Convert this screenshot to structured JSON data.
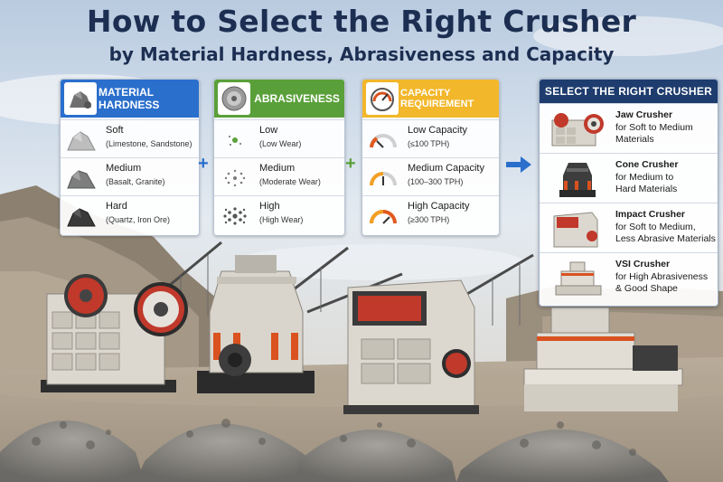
{
  "title": "How to Select the Right Crusher",
  "subtitle": "by Material Hardness, Abrasiveness and Capacity",
  "colors": {
    "hardness": "#2a6fcc",
    "abrasive": "#5aa03a",
    "capacity": "#f2b72a",
    "panel": "#1e3c6e",
    "arrow": "#2a6fcc"
  },
  "hardness": {
    "header": "MATERIAL HARDNESS",
    "header_icon": "rock-pile-icon",
    "items": [
      {
        "label": "Soft",
        "detail": "(Limestone, Sandstone)",
        "icon": "light-rock-icon"
      },
      {
        "label": "Medium",
        "detail": "(Basalt, Granite)",
        "icon": "grey-rock-icon"
      },
      {
        "label": "Hard",
        "detail": "(Quartz, Iron Ore)",
        "icon": "dark-rock-icon"
      }
    ]
  },
  "abrasiveness": {
    "header": "ABRASIVENESS",
    "header_icon": "grinding-disc-icon",
    "items": [
      {
        "label": "Low",
        "detail": "(Low Wear)",
        "icon": "few-particles-icon"
      },
      {
        "label": "Medium",
        "detail": "(Moderate Wear)",
        "icon": "some-particles-icon"
      },
      {
        "label": "High",
        "detail": "(High Wear)",
        "icon": "many-particles-icon"
      }
    ]
  },
  "capacity": {
    "header": "CAPACITY REQUIREMENT",
    "header_icon": "gauge-icon",
    "items": [
      {
        "label": "Low Capacity",
        "detail": "(≤100 TPH)",
        "icon": "gauge-low-icon"
      },
      {
        "label": "Medium Capacity",
        "detail": "(100–300 TPH)",
        "icon": "gauge-medium-icon"
      },
      {
        "label": "High Capacity",
        "detail": "(≥300 TPH)",
        "icon": "gauge-high-icon"
      }
    ]
  },
  "selector": {
    "header": "SELECT THE RIGHT CRUSHER",
    "crushers": [
      {
        "name": "Jaw Crusher",
        "line1": "for Soft to Medium",
        "line2": "Materials",
        "icon": "jaw-crusher-icon"
      },
      {
        "name": "Cone Crusher",
        "line1": "for Medium to",
        "line2": "Hard Materials",
        "icon": "cone-crusher-icon"
      },
      {
        "name": "Impact Crusher",
        "line1": "for Soft to Medium,",
        "line2": "Less Abrasive Materials",
        "icon": "impact-crusher-icon"
      },
      {
        "name": "VSI Crusher",
        "line1": "for High Abrasiveness",
        "line2": "& Good Shape",
        "icon": "vsi-crusher-icon"
      }
    ]
  }
}
